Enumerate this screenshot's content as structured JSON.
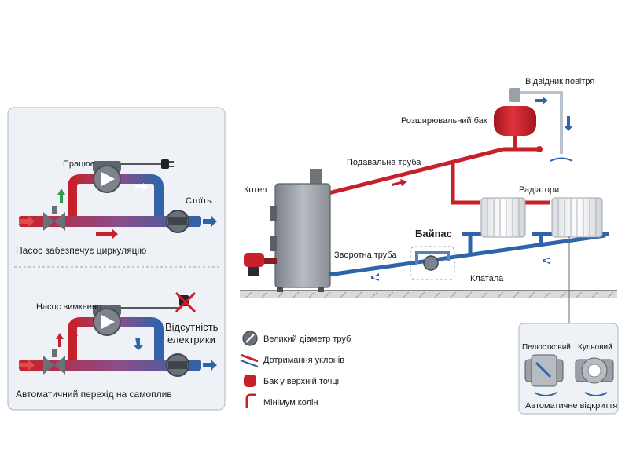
{
  "left_panel": {
    "top": {
      "pump_label": "Працює",
      "status_label": "Стоїть",
      "caption": "Насос забезпечує циркуляцію"
    },
    "bottom": {
      "pump_label": "Насос вимкнено",
      "no_power_line1": "Відсутність",
      "no_power_line2": "електрики",
      "caption": "Автоматичний перехід на самоплив"
    }
  },
  "main": {
    "air_vent": "Відвідник повітря",
    "expansion_tank": "Розширювальний бак",
    "supply_pipe": "Подавальна труба",
    "boiler": "Котел",
    "radiators": "Радіатори",
    "bypass": "Байпас",
    "return_pipe": "Зворотна труба",
    "check_valve": "Клатала"
  },
  "legend": [
    {
      "icon": "large-diameter-icon",
      "label": "Великий діаметр труб"
    },
    {
      "icon": "slope-icon",
      "label": "Дотримання уклонів"
    },
    {
      "icon": "tank-top-icon",
      "label": "Бак у верхній точці"
    },
    {
      "icon": "min-bends-icon",
      "label": "Мінімум колін"
    }
  ],
  "valve_box": {
    "left_label": "Пелюстковий",
    "right_label": "Кульовий",
    "caption": "Автоматичне відкриття"
  },
  "colors": {
    "hot": "#c8202a",
    "cold": "#2f64a8",
    "panel_bg": "#eef2f6",
    "text": "#1a1a1a"
  }
}
